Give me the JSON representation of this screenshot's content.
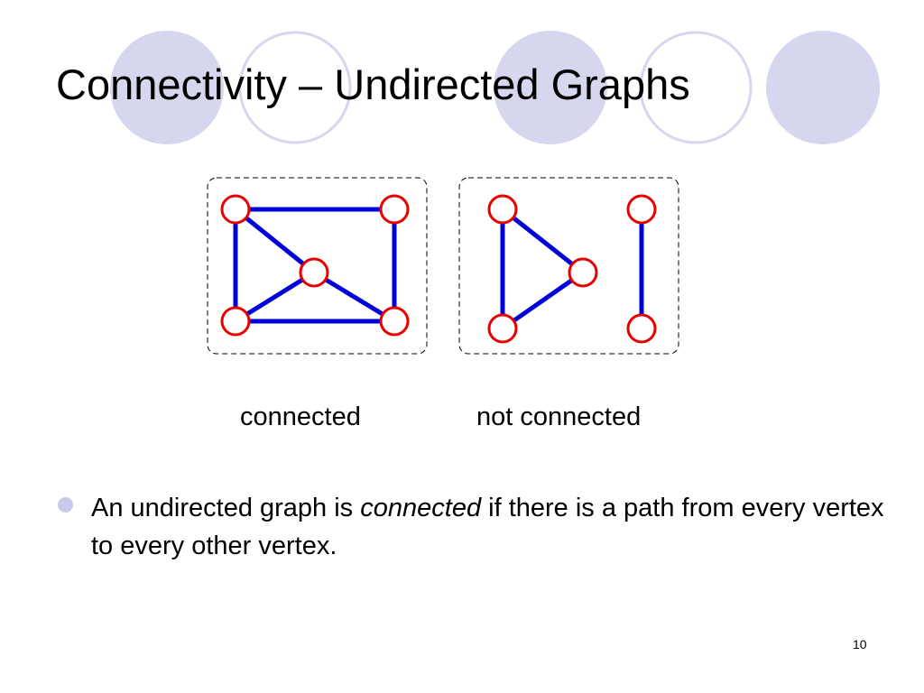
{
  "slide": {
    "title": "Connectivity – Undirected Graphs",
    "captions": {
      "left": "connected",
      "right": "not connected"
    },
    "bullet": {
      "before": "An undirected graph is ",
      "emphasis": "connected",
      "after": " if there is a path from every vertex to every other vertex."
    },
    "page_number": "10"
  },
  "colors": {
    "decor_fill": "#d6d6ee",
    "decor_outline": "#d6d6ee",
    "edge": "#0000d9",
    "vertex_outline": "#e60000",
    "frame": "#000000"
  },
  "graphs": [
    {
      "name": "connected",
      "vertices": [
        "a",
        "b",
        "c",
        "d",
        "e"
      ],
      "edges": [
        [
          "a",
          "b"
        ],
        [
          "a",
          "c"
        ],
        [
          "a",
          "d"
        ],
        [
          "b",
          "e"
        ],
        [
          "c",
          "d"
        ],
        [
          "c",
          "e"
        ],
        [
          "d",
          "e"
        ]
      ]
    },
    {
      "name": "not-connected",
      "vertices": [
        "a",
        "c",
        "d",
        "b",
        "e"
      ],
      "edges": [
        [
          "a",
          "c"
        ],
        [
          "a",
          "d"
        ],
        [
          "c",
          "d"
        ],
        [
          "b",
          "e"
        ]
      ]
    }
  ]
}
